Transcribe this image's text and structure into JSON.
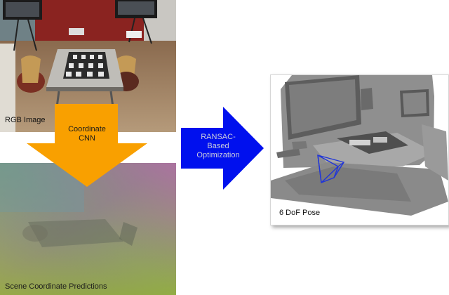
{
  "rgb_image": {
    "label": "RGB Image"
  },
  "coordinate_cnn": {
    "label_line1": "Coordinate",
    "label_line2": "CNN",
    "color": "#f9a000"
  },
  "scene_coordinates": {
    "label": "Scene Coordinate Predictions"
  },
  "ransac": {
    "line1": "RANSAC-",
    "line2": "Based",
    "line3": "Optimization",
    "color": "#0010ee"
  },
  "pose": {
    "label": "6 DoF Pose",
    "frustum_color": "#2035d8"
  }
}
